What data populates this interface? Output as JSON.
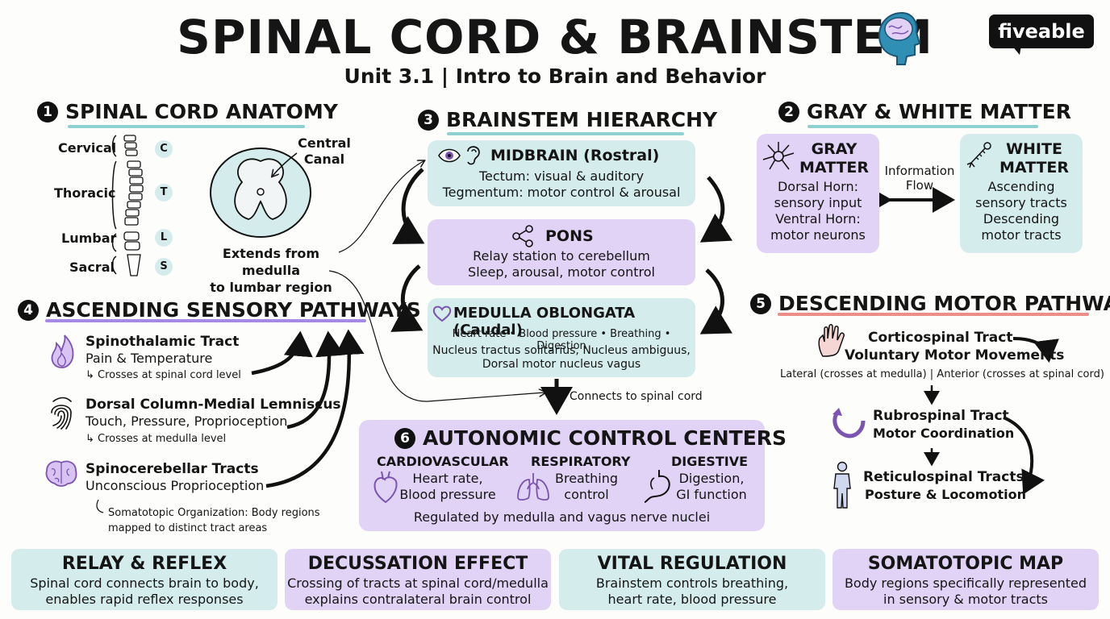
{
  "header": {
    "title": "SPINAL CORD & BRAINSTEM",
    "subtitle": "Unit 3.1 | Intro to Brain and Behavior",
    "logo": "fiveable"
  },
  "colors": {
    "teal": "#d4ecec",
    "purple": "#e1d3f5",
    "teal_underline": "#8fd0d0",
    "purple_underline": "#a689e6",
    "red_underline": "#ec8d87"
  },
  "s1": {
    "num": "1",
    "title": "SPINAL CORD ANATOMY",
    "regions": [
      {
        "label": "Cervical",
        "letter": "C"
      },
      {
        "label": "Thoracic",
        "letter": "T"
      },
      {
        "label": "Lumbar",
        "letter": "L"
      },
      {
        "label": "Sacral",
        "letter": "S"
      }
    ],
    "central_canal": "Central Canal",
    "extends_line1": "Extends from medulla",
    "extends_line2": "to lumbar region"
  },
  "s2": {
    "num": "2",
    "title": "GRAY & WHITE MATTER",
    "gray": {
      "title_l1": "GRAY",
      "title_l2": "MATTER",
      "l1": "Dorsal Horn:",
      "l2": "sensory input",
      "l3": "Ventral Horn:",
      "l4": "motor neurons"
    },
    "flow_l1": "Information",
    "flow_l2": "Flow",
    "white": {
      "title_l1": "WHITE",
      "title_l2": "MATTER",
      "l1": "Ascending",
      "l2": "sensory tracts",
      "l3": "Descending",
      "l4": "motor tracts"
    }
  },
  "s3": {
    "num": "3",
    "title": "BRAINSTEM HIERARCHY",
    "midbrain": {
      "title": "MIDBRAIN (Rostral)",
      "l1": "Tectum: visual & auditory",
      "l2": "Tegmentum: motor control & arousal"
    },
    "pons": {
      "title": "PONS",
      "l1": "Relay station to cerebellum",
      "l2": "Sleep, arousal, motor control"
    },
    "medulla": {
      "title": "MEDULLA OBLONGATA (Caudal)",
      "l1": "Heart rate • Blood pressure • Breathing • Digestion",
      "l2": "Nucleus tractus solitarius, Nucleus ambiguus,",
      "l3": "Dorsal motor nucleus vagus"
    },
    "connects": "Connects to spinal cord"
  },
  "s4": {
    "num": "4",
    "title": "ASCENDING SENSORY PATHWAYS",
    "tracts": [
      {
        "name": "Spinothalamic Tract",
        "desc": "Pain & Temperature",
        "note": "↳ Crosses at spinal cord level"
      },
      {
        "name": "Dorsal Column-Medial Lemniscus",
        "desc": "Touch, Pressure, Proprioception",
        "note": "↳ Crosses at medulla level"
      },
      {
        "name": "Spinocerebellar Tracts",
        "desc": "Unconscious Proprioception",
        "note": ""
      }
    ],
    "somato_l1": "Somatotopic Organization: Body regions",
    "somato_l2": "mapped to distinct tract areas"
  },
  "s5": {
    "num": "5",
    "title": "DESCENDING MOTOR PATHWAYS",
    "cortico_name": "Corticospinal Tract",
    "cortico_desc": "Voluntary Motor Movements",
    "cortico_note": "Lateral (crosses at medulla) | Anterior (crosses at spinal cord)",
    "rubro_name": "Rubrospinal Tract",
    "rubro_desc": "Motor Coordination",
    "retic_name": "Reticulospinal Tracts",
    "retic_desc": "Posture & Locomotion"
  },
  "s6": {
    "num": "6",
    "title": "AUTONOMIC CONTROL CENTERS",
    "centers": [
      {
        "name": "CARDIOVASCULAR",
        "l1": "Heart rate,",
        "l2": "Blood pressure"
      },
      {
        "name": "RESPIRATORY",
        "l1": "Breathing",
        "l2": "control"
      },
      {
        "name": "DIGESTIVE",
        "l1": "Digestion,",
        "l2": "GI function"
      }
    ],
    "footer": "Regulated by medulla and vagus nerve nuclei"
  },
  "bottom": [
    {
      "title": "RELAY & REFLEX",
      "l1": "Spinal cord connects brain to body,",
      "l2": "enables rapid reflex responses"
    },
    {
      "title": "DECUSSATION EFFECT",
      "l1": "Crossing of tracts at spinal cord/medulla",
      "l2": "explains contralateral brain control"
    },
    {
      "title": "VITAL REGULATION",
      "l1": "Brainstem controls breathing,",
      "l2": "heart rate, blood pressure"
    },
    {
      "title": "SOMATOTOPIC MAP",
      "l1": "Body regions specifically represented",
      "l2": "in sensory & motor tracts"
    }
  ],
  "icons": [
    "brain-head-icon",
    "eye-icon",
    "ear-icon",
    "share-nodes-icon",
    "heart-outline-icon",
    "flame-icon",
    "fingerprint-icon",
    "brain-icon",
    "heart-organ-icon",
    "lungs-icon",
    "stomach-icon",
    "neuron-icon",
    "axon-icon",
    "hand-icon",
    "circular-arrow-icon",
    "person-icon",
    "spine-icon",
    "cord-cross-section-icon"
  ]
}
